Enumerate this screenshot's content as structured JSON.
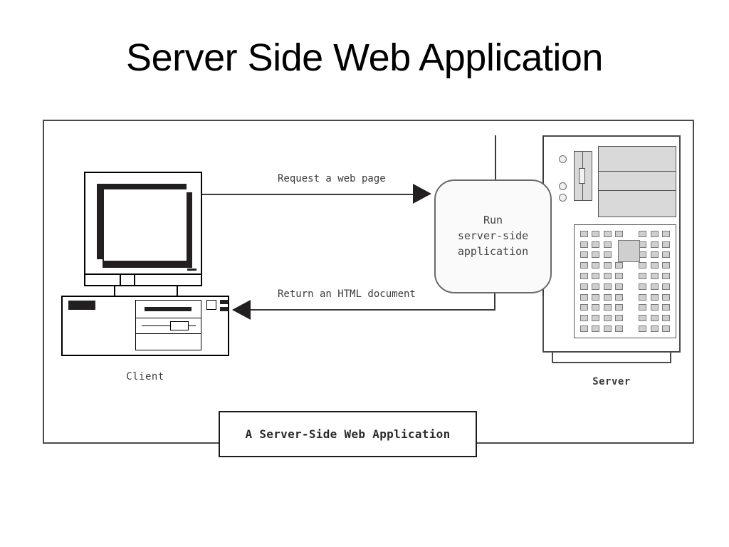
{
  "slide": {
    "title": "Server Side Web Application"
  },
  "diagram": {
    "caption": "A Server-Side Web Application",
    "client": {
      "label": "Client",
      "icon": "desktop-computer-icon"
    },
    "server": {
      "label": "Server",
      "icon": "server-tower-icon"
    },
    "process": {
      "text": "Run\nserver-side\napplication"
    },
    "flows": [
      {
        "id": "request",
        "label": "Request a web page",
        "direction": "client-to-server",
        "arrow": "right-arrowhead-icon"
      },
      {
        "id": "response",
        "label": "Return an HTML document",
        "direction": "server-to-client",
        "arrow": "left-arrowhead-icon"
      }
    ]
  },
  "colors": {
    "ink": "#231f20",
    "frame": "#4a4a4a",
    "line": "#3a3a3a",
    "panel_fill": "#d9d9d9",
    "process_fill": "#fafafa",
    "background": "#ffffff"
  }
}
